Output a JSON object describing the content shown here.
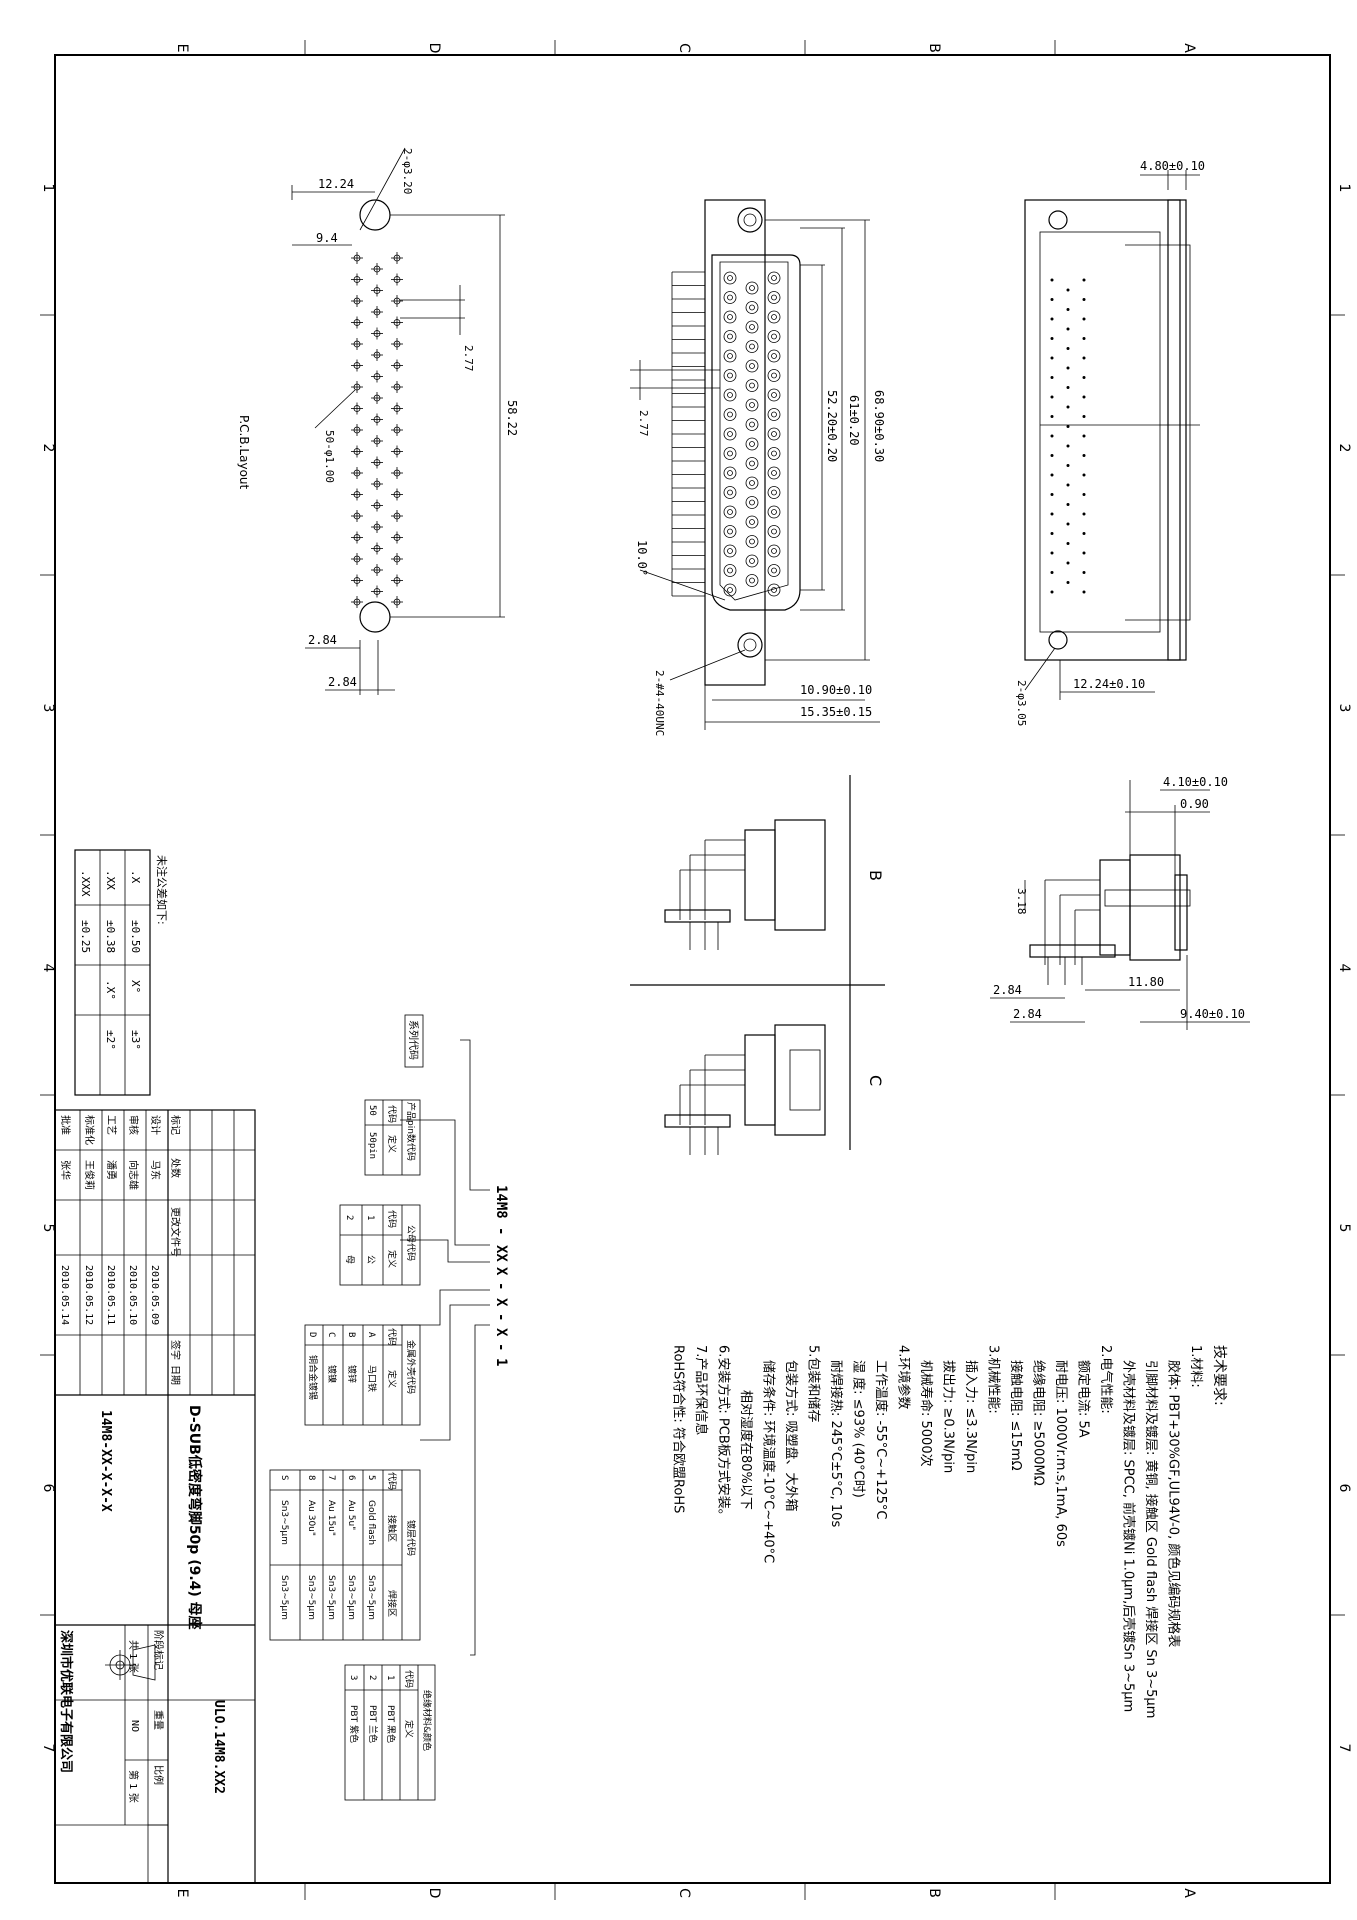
{
  "border": {
    "top_zones": [
      "E",
      "D",
      "C",
      "B",
      "A"
    ],
    "bottom_zones": [
      "E",
      "D",
      "C",
      "B",
      "A"
    ],
    "left_zones": [
      "1",
      "2",
      "3",
      "4",
      "5",
      "6",
      "7"
    ],
    "right_zones": [
      "1",
      "2",
      "3",
      "4",
      "5",
      "6",
      "7"
    ]
  },
  "pcb": {
    "label": "P.C.B.Layout",
    "dims": {
      "d_1224": "12.24",
      "d_94": "9.4",
      "hole": "2-φ3.20",
      "d_277": "2.77",
      "d_5822": "58.22",
      "pins": "50-φ1.00",
      "d_284a": "2.84",
      "d_284b": "2.84"
    }
  },
  "front": {
    "dims": {
      "d_6890": "68.90±0.30",
      "d_61": "61±0.20",
      "d_5220": "52.20±0.20",
      "d_277": "2.77",
      "angle": "10.0°",
      "d_1090": "10.90±0.10",
      "d_1535": "15.35±0.15",
      "thread": "2-#4-40UNC"
    }
  },
  "side": {
    "dims": {
      "d_480": "4.80±0.10",
      "d_1224": "12.24±0.10",
      "hole": "2-φ3.05"
    }
  },
  "views": {
    "b_label": "B",
    "c_label": "C"
  },
  "side2": {
    "dims": {
      "d_410": "4.10±0.10",
      "d_090": "0.90",
      "d_318": "3.18",
      "d_284a": "2.84",
      "d_284b": "2.84",
      "d_1180": "11.80",
      "d_940": "9.40±0.10"
    }
  },
  "tolerance": {
    "title": "未注公差如下:",
    "rows": [
      [
        ".X",
        "±0.50",
        "X°",
        "±3°"
      ],
      [
        ".XX",
        "±0.38",
        ".X°",
        "±2°"
      ],
      [
        ".XXX",
        "±0.25",
        "",
        ""
      ]
    ]
  },
  "part_number": {
    "base": "14M8",
    "sep1": "-",
    "xx": "XX",
    "x1": "X",
    "sep2": "-",
    "x2": "X",
    "sep3": "-",
    "x3": "X",
    "sep4": "-",
    "x4": "1"
  },
  "code_boxes": {
    "series": "系列代码",
    "pins": {
      "title": "产品pin数代码",
      "header": [
        "代码",
        "定义"
      ],
      "rows": [
        [
          "50",
          "50pin"
        ]
      ]
    },
    "gender": {
      "title": "公母代码",
      "header": [
        "代码",
        "定义"
      ],
      "rows": [
        [
          "1",
          "公"
        ],
        [
          "2",
          "母"
        ]
      ]
    },
    "shell": {
      "title": "金属外壳代码",
      "header": [
        "代码",
        "定义"
      ],
      "rows": [
        [
          "A",
          "马口铁"
        ],
        [
          "B",
          "镀锌"
        ],
        [
          "C",
          "镀镍"
        ],
        [
          "D",
          "铜合金镀锡"
        ]
      ]
    },
    "plating": {
      "title": "镀层代码",
      "header": [
        "代码",
        "接触区",
        "焊接区"
      ],
      "rows": [
        [
          "5",
          "Gold flash",
          "Sn3~5μm"
        ],
        [
          "6",
          "Au 5u\"",
          "Sn3~5μm"
        ],
        [
          "7",
          "Au 15u\"",
          "Sn3~5μm"
        ],
        [
          "8",
          "Au 30u\"",
          "Sn3~5μm"
        ],
        [
          "S",
          "Sn3~5μm",
          "Sn3~5μm"
        ]
      ]
    },
    "insulator": {
      "title": "绝缘材料&颜色",
      "header": [
        "代码",
        "定义"
      ],
      "rows": [
        [
          "1",
          "PBT 黑色"
        ],
        [
          "2",
          "PBT 兰色"
        ],
        [
          "3",
          "PBT 紫色"
        ]
      ]
    }
  },
  "tech": {
    "heading": "技术要求:",
    "lines": [
      "1.材料:",
      "胶体: PBT+30%GF,UL94V-0, 颜色见编码规格表",
      "引脚材料及镀层: 黄铜, 接触区 Gold flash 焊接区 Sn 3~5μm",
      "外壳材料及镀层: SPCC, 前壳镀Ni 1.0μm,后壳镀Sn 3~5μm",
      "2.电气性能:",
      "额定电流: 5A",
      "耐电压: 1000Vr.m.s,1mA, 60s",
      "绝缘电阻: ≥5000MΩ",
      "接触电阻: ≤15mΩ",
      "3.机械性能:",
      "插入力: ≤3.3N/pin",
      "拔出力: ≥0.3N/pin",
      "机械寿命: 5000次",
      "4.环境参数",
      "工作温度: -55°C~+125°C",
      "湿 度: ≤93% (40°C时)",
      "耐焊接热: 245°C±5°C, 10s",
      "5.包装和储存",
      "包装方式: 吸塑盘、大外箱",
      "储存条件: 环境温度-10°C~+40°C",
      "相对湿度在80%以下",
      "6.安装方式: PCB板方式安装。",
      "7.产品环保信息",
      "RoHS符合性: 符合欧盟RoHS"
    ]
  },
  "title_block": {
    "product": "D-SUB低密度弯脚50p (9.4) 母座",
    "part_no": "14M8-XX-X-X-X",
    "code": "ULO.14M8.XX2",
    "company": "深圳市优联电子有限公司",
    "sheet_total": "共 1 张",
    "sheet_no": "第 1 张",
    "scale_label": "NO",
    "stage_label": "阶段标记",
    "weight_label": "重量",
    "scale2_label": "比例",
    "roles": [
      "标记",
      "设计",
      "审核",
      "工艺",
      "标准化",
      "批准"
    ],
    "count_label": "处数",
    "file_label": "更改文件号",
    "sign_label": "签字",
    "date_label": "日期",
    "designer_name": "马东",
    "reviewer_name": "向志雄",
    "craft_name": "潘勇",
    "std_name": "王俊莉",
    "approve_name": "张华",
    "d1": "2010.05.09",
    "d2": "2010.05.10",
    "d3": "2010.05.11",
    "d4": "2010.05.12",
    "d5": "2010.05.14"
  }
}
